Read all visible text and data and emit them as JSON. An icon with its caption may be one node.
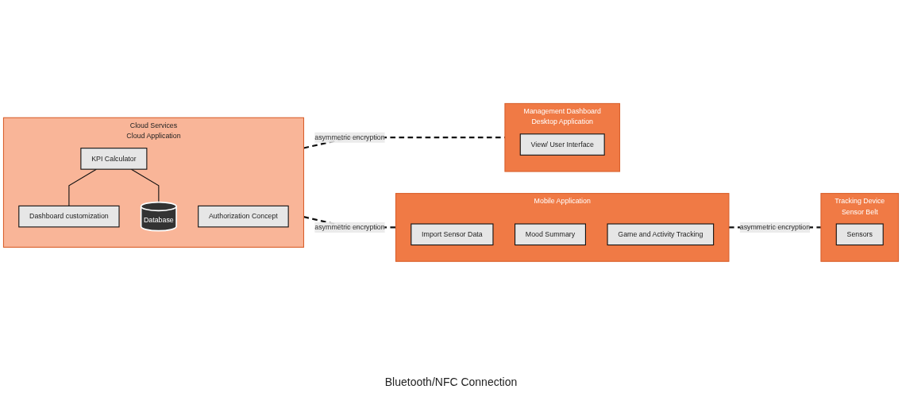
{
  "diagram": {
    "nodes": [
      {
        "text": [
          "Mobile Application"
        ]
      },
      {
        "text": [
          "Import Sensor Data"
        ],
        "in": 0
      },
      {
        "text": [
          "Mood Summary"
        ],
        "in": 0
      },
      {
        "text": [
          "Game and Activity Tracking"
        ],
        "in": 0
      },
      {
        "text": [
          "Tracking Device",
          "Sensor Belt"
        ]
      },
      {
        "text": [
          "Sensors"
        ],
        "in": 4
      },
      {
        "text": [
          "Cloud Services",
          "Cloud Application"
        ]
      },
      {
        "text": [
          "KPI Calculator"
        ],
        "in": 6
      },
      {
        "text": [
          "Dashboard customization"
        ],
        "in": 6
      },
      {
        "text": [
          "Authorization Concept"
        ],
        "in": 6
      },
      {
        "text": [
          "Database"
        ],
        "in": 6
      },
      {
        "text": [
          "Management Dashboard",
          "Desktop Application"
        ]
      },
      {
        "text": [
          "View/ User Interface"
        ],
        "in": 11
      }
    ],
    "edges": [
      {
        "from": 6,
        "to": 0,
        "arrow": "none",
        "style": "dashed",
        "label": "asymmetric encryption"
      },
      {
        "from": 0,
        "to": 4,
        "arrow": "none",
        "style": "dashed",
        "label": "asymmetric encryption"
      },
      {
        "from": 6,
        "to": 11,
        "arrow": "none",
        "style": "dashed",
        "label": "asymmetric encryption"
      },
      {
        "from": 7,
        "to": 8,
        "arrow": "none"
      },
      {
        "from": 7,
        "to": 10,
        "arrow": "none"
      }
    ],
    "labels": [
      "Bluetooth/NFC Connection"
    ]
  }
}
